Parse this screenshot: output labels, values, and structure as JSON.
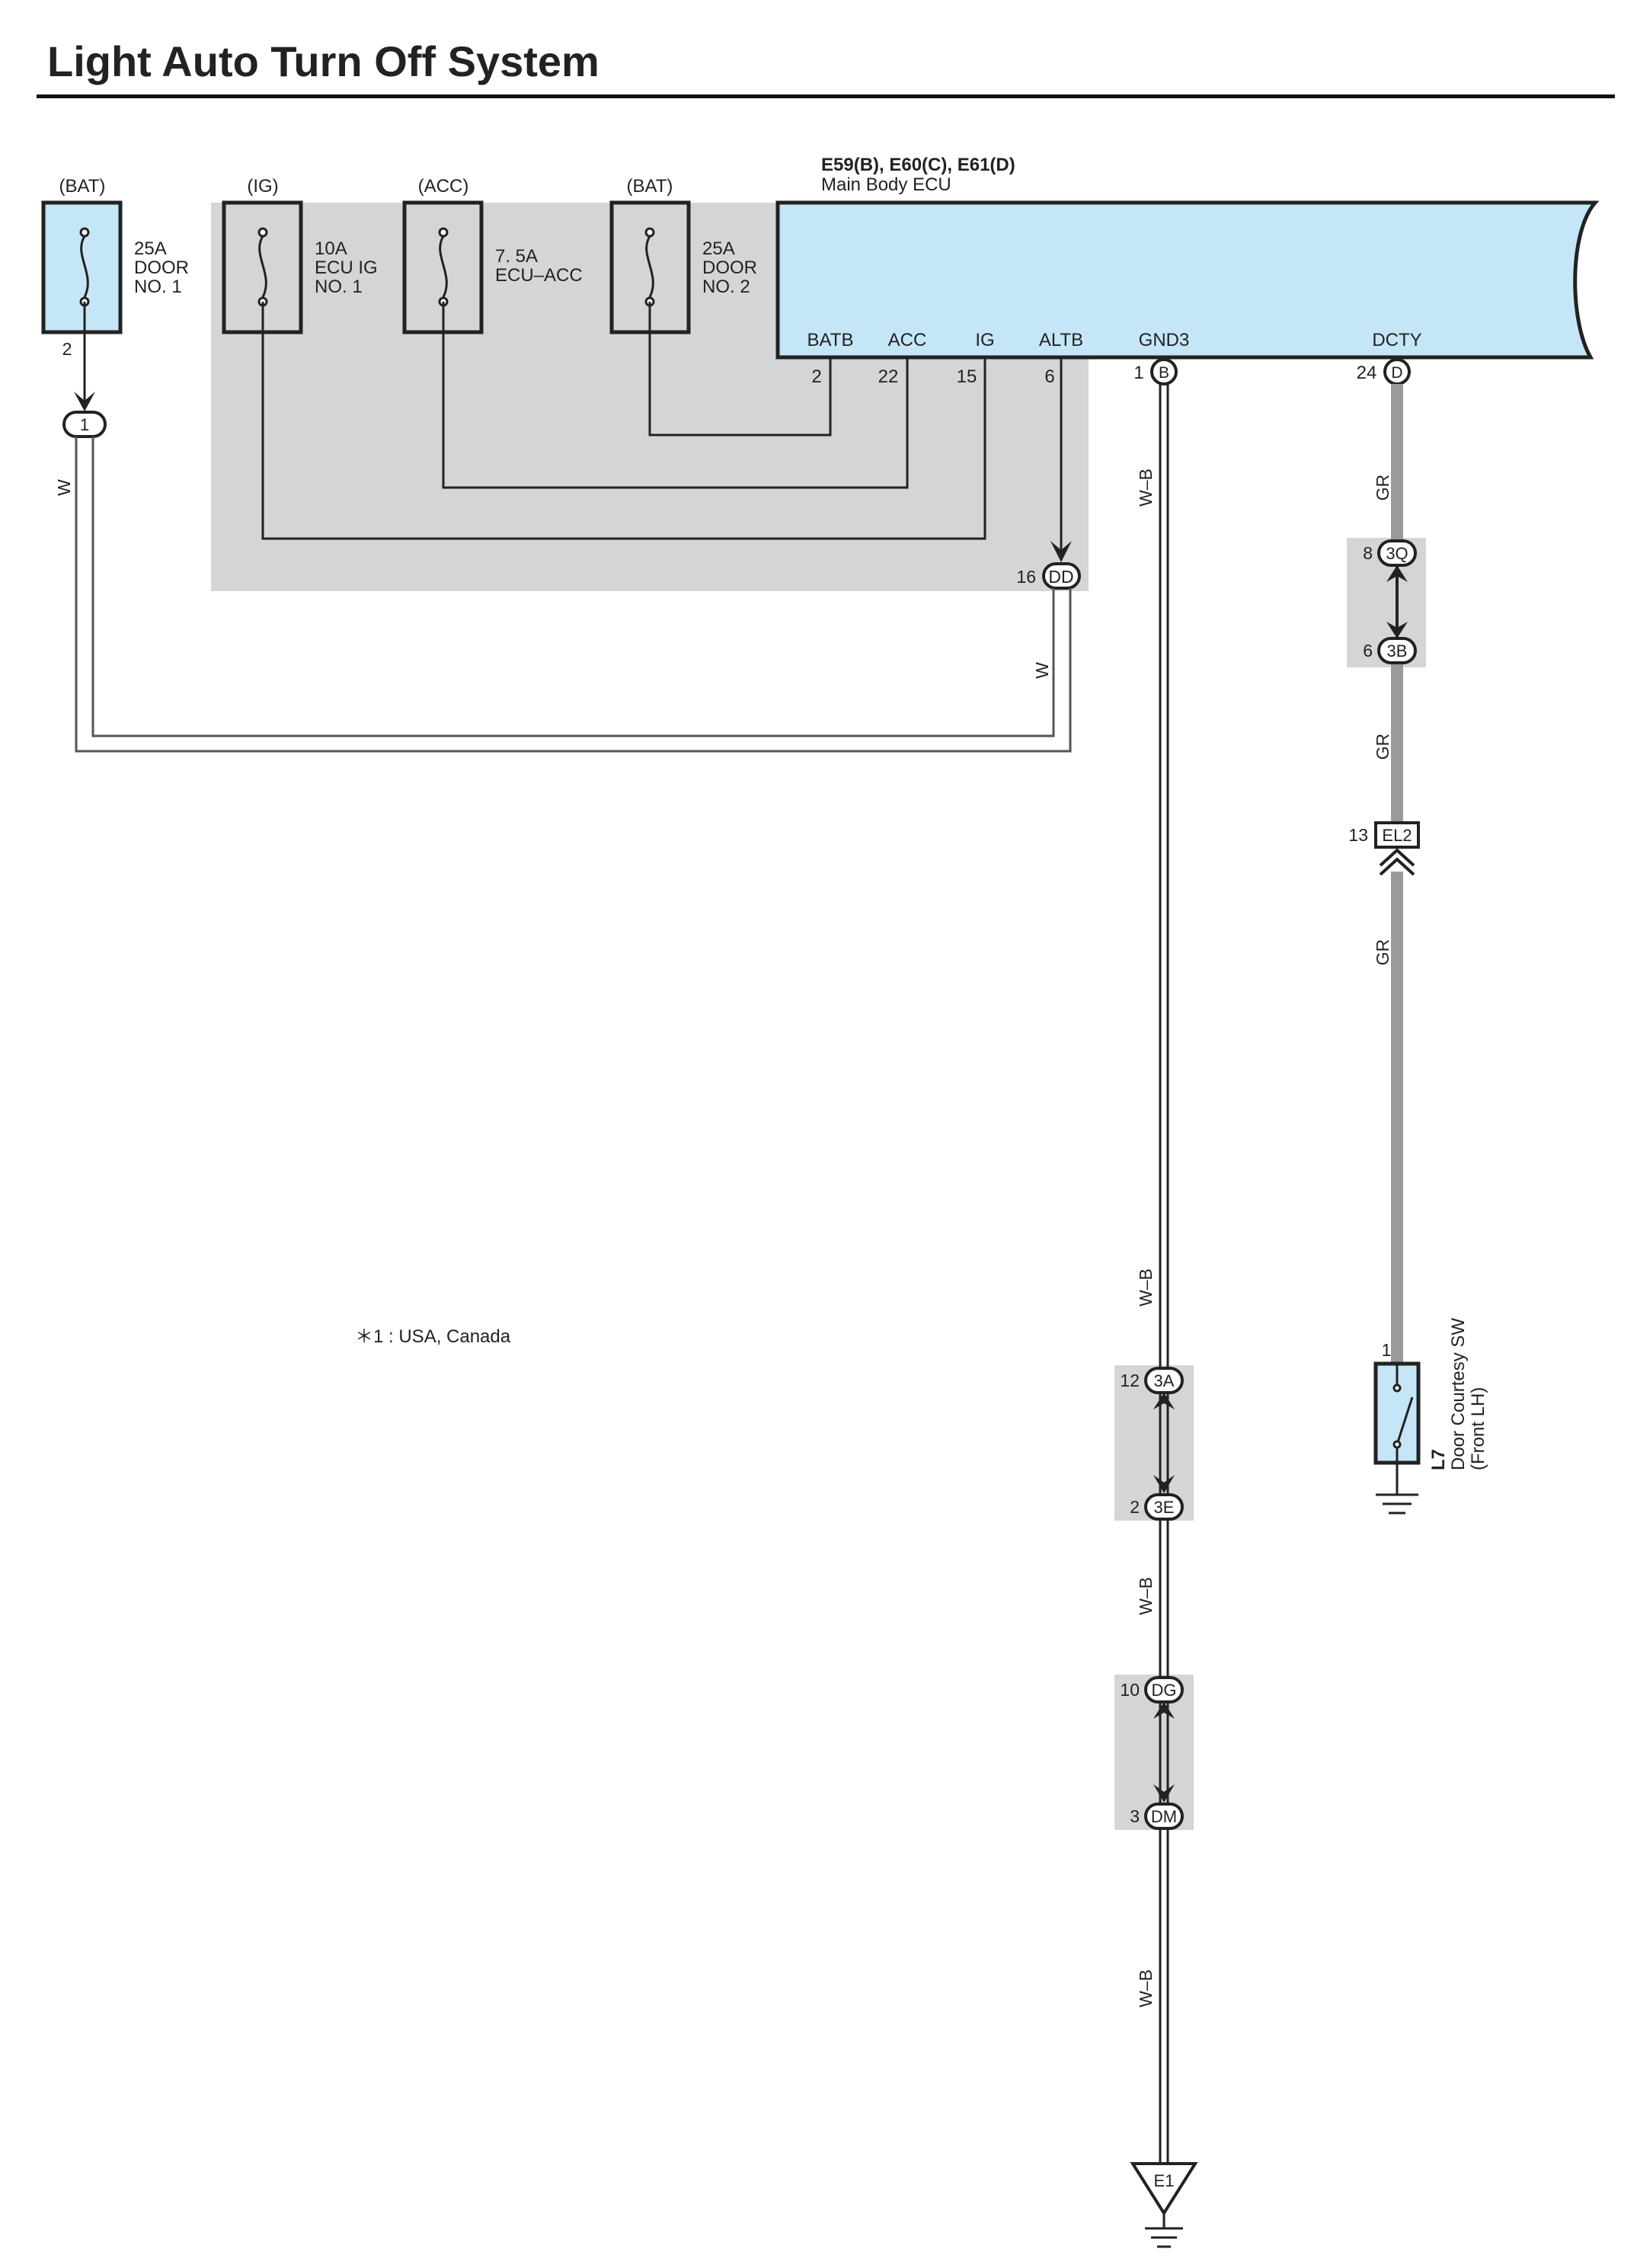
{
  "title": "Light Auto Turn Off System",
  "ecu": {
    "codes": "E59(B), E60(C), E61(D)",
    "name": "Main Body ECU",
    "terminals": {
      "batb": "BATB",
      "acc": "ACC",
      "ig": "IG",
      "altb": "ALTB",
      "gnd3": "GND3",
      "dcty": "DCTY"
    },
    "pins": {
      "batb": "2",
      "acc": "22",
      "ig": "15",
      "altb": "6",
      "gnd3": "1",
      "dcty": "24"
    },
    "pin_letters": {
      "gnd3": "B",
      "dcty": "D"
    }
  },
  "fuses": [
    {
      "source": "(BAT)",
      "rating": "25A",
      "line2": "DOOR",
      "line3": "NO. 1"
    },
    {
      "source": "(IG)",
      "rating": "10A",
      "line2": "ECU IG",
      "line3": "NO. 1"
    },
    {
      "source": "(ACC)",
      "rating": "7. 5A",
      "line2": "ECU–ACC",
      "line3": ""
    },
    {
      "source": "(BAT)",
      "rating": "25A",
      "line2": "DOOR",
      "line3": "NO. 2"
    }
  ],
  "fuse1_pin": "2",
  "junction_1": "1",
  "wire_colors": {
    "w": "W",
    "wb": "W–B",
    "gr": "GR"
  },
  "connectors": {
    "dd": {
      "pin": "16",
      "code": "DD"
    },
    "q3": {
      "pin": "8",
      "code": "3Q"
    },
    "b3": {
      "pin": "6",
      "code": "3B"
    },
    "el2": {
      "pin": "13",
      "code": "EL2"
    },
    "a3": {
      "pin": "12",
      "code": "3A"
    },
    "e3": {
      "pin": "2",
      "code": "3E"
    },
    "dg": {
      "pin": "10",
      "code": "DG"
    },
    "dm": {
      "pin": "3",
      "code": "DM"
    }
  },
  "switch": {
    "pin": "1",
    "code": "L7",
    "name": "Door Courtesy SW",
    "position": "(Front LH)"
  },
  "ground": "E1",
  "note": "＊1 : USA,  Canada",
  "colors": {
    "ecu_fill": "#c5e6f7",
    "shade": "#d4d5d7",
    "gr_wire": "#9a9a9a"
  }
}
